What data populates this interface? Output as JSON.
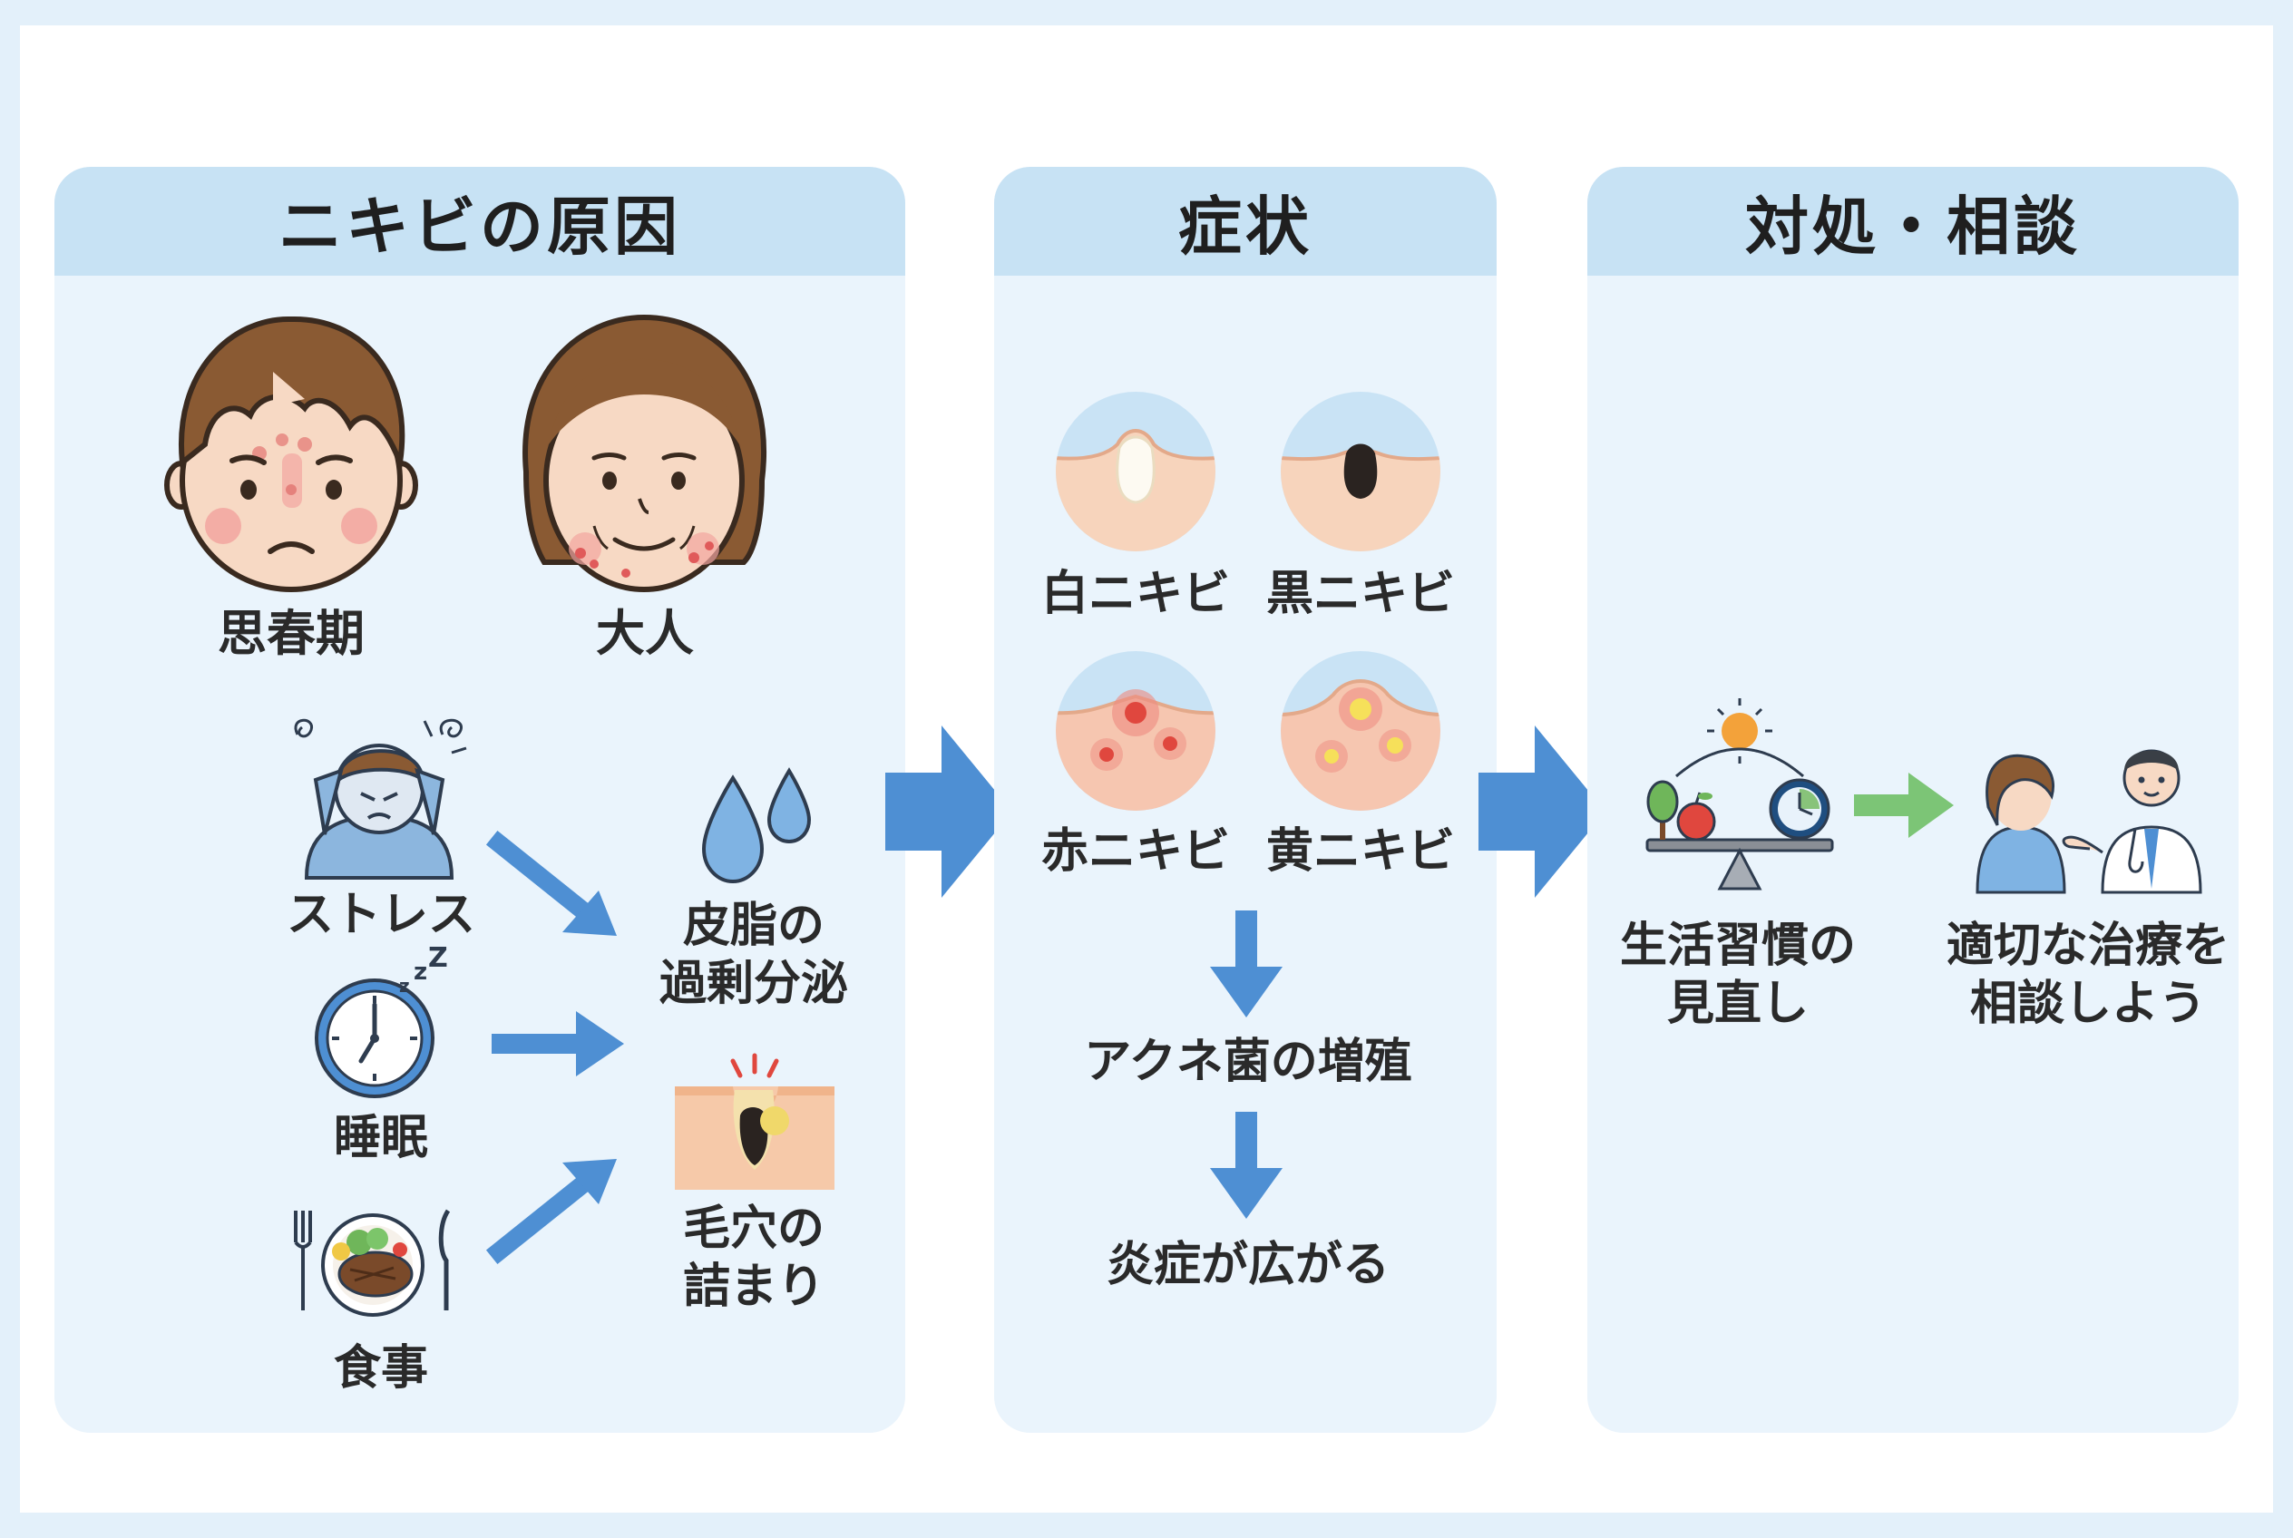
{
  "panels": {
    "causes": {
      "title": "ニキビの原因",
      "puberty": "思春期",
      "adult": "大人",
      "stress": "ストレス",
      "sleep": "睡眠",
      "diet": "食事",
      "sebum_line1": "皮脂の",
      "sebum_line2": "過剰分泌",
      "pores_line1": "毛穴の",
      "pores_line2": "詰まり"
    },
    "symptoms": {
      "title": "症状",
      "white": "白ニキビ",
      "black": "黒ニキビ",
      "red": "赤ニキビ",
      "yellow": "黄ニキビ",
      "bacteria": "アクネ菌の増殖",
      "inflammation": "炎症が広がる"
    },
    "care": {
      "title": "対処・相談",
      "lifestyle_line1": "生活習慣の",
      "lifestyle_line2": "見直し",
      "consult_line1": "適切な治療を",
      "consult_line2": "相談しよう"
    }
  },
  "colors": {
    "page_bg": "#e3f0fa",
    "panel_bg": "#eaf4fc",
    "panel_header": "#c7e2f4",
    "arrow_blue": "#4e8fd3",
    "arrow_green": "#7cc576"
  },
  "icons": [
    "boy-acne-face",
    "woman-acne-face",
    "stressed-person-icon",
    "alarm-clock-icon",
    "meal-plate-icon",
    "oil-drops-icon",
    "clogged-pore-icon",
    "white-pimple-icon",
    "black-pimple-icon",
    "red-pimple-icon",
    "yellow-pimple-icon",
    "lifestyle-balance-icon",
    "doctor-consultation-icon"
  ]
}
